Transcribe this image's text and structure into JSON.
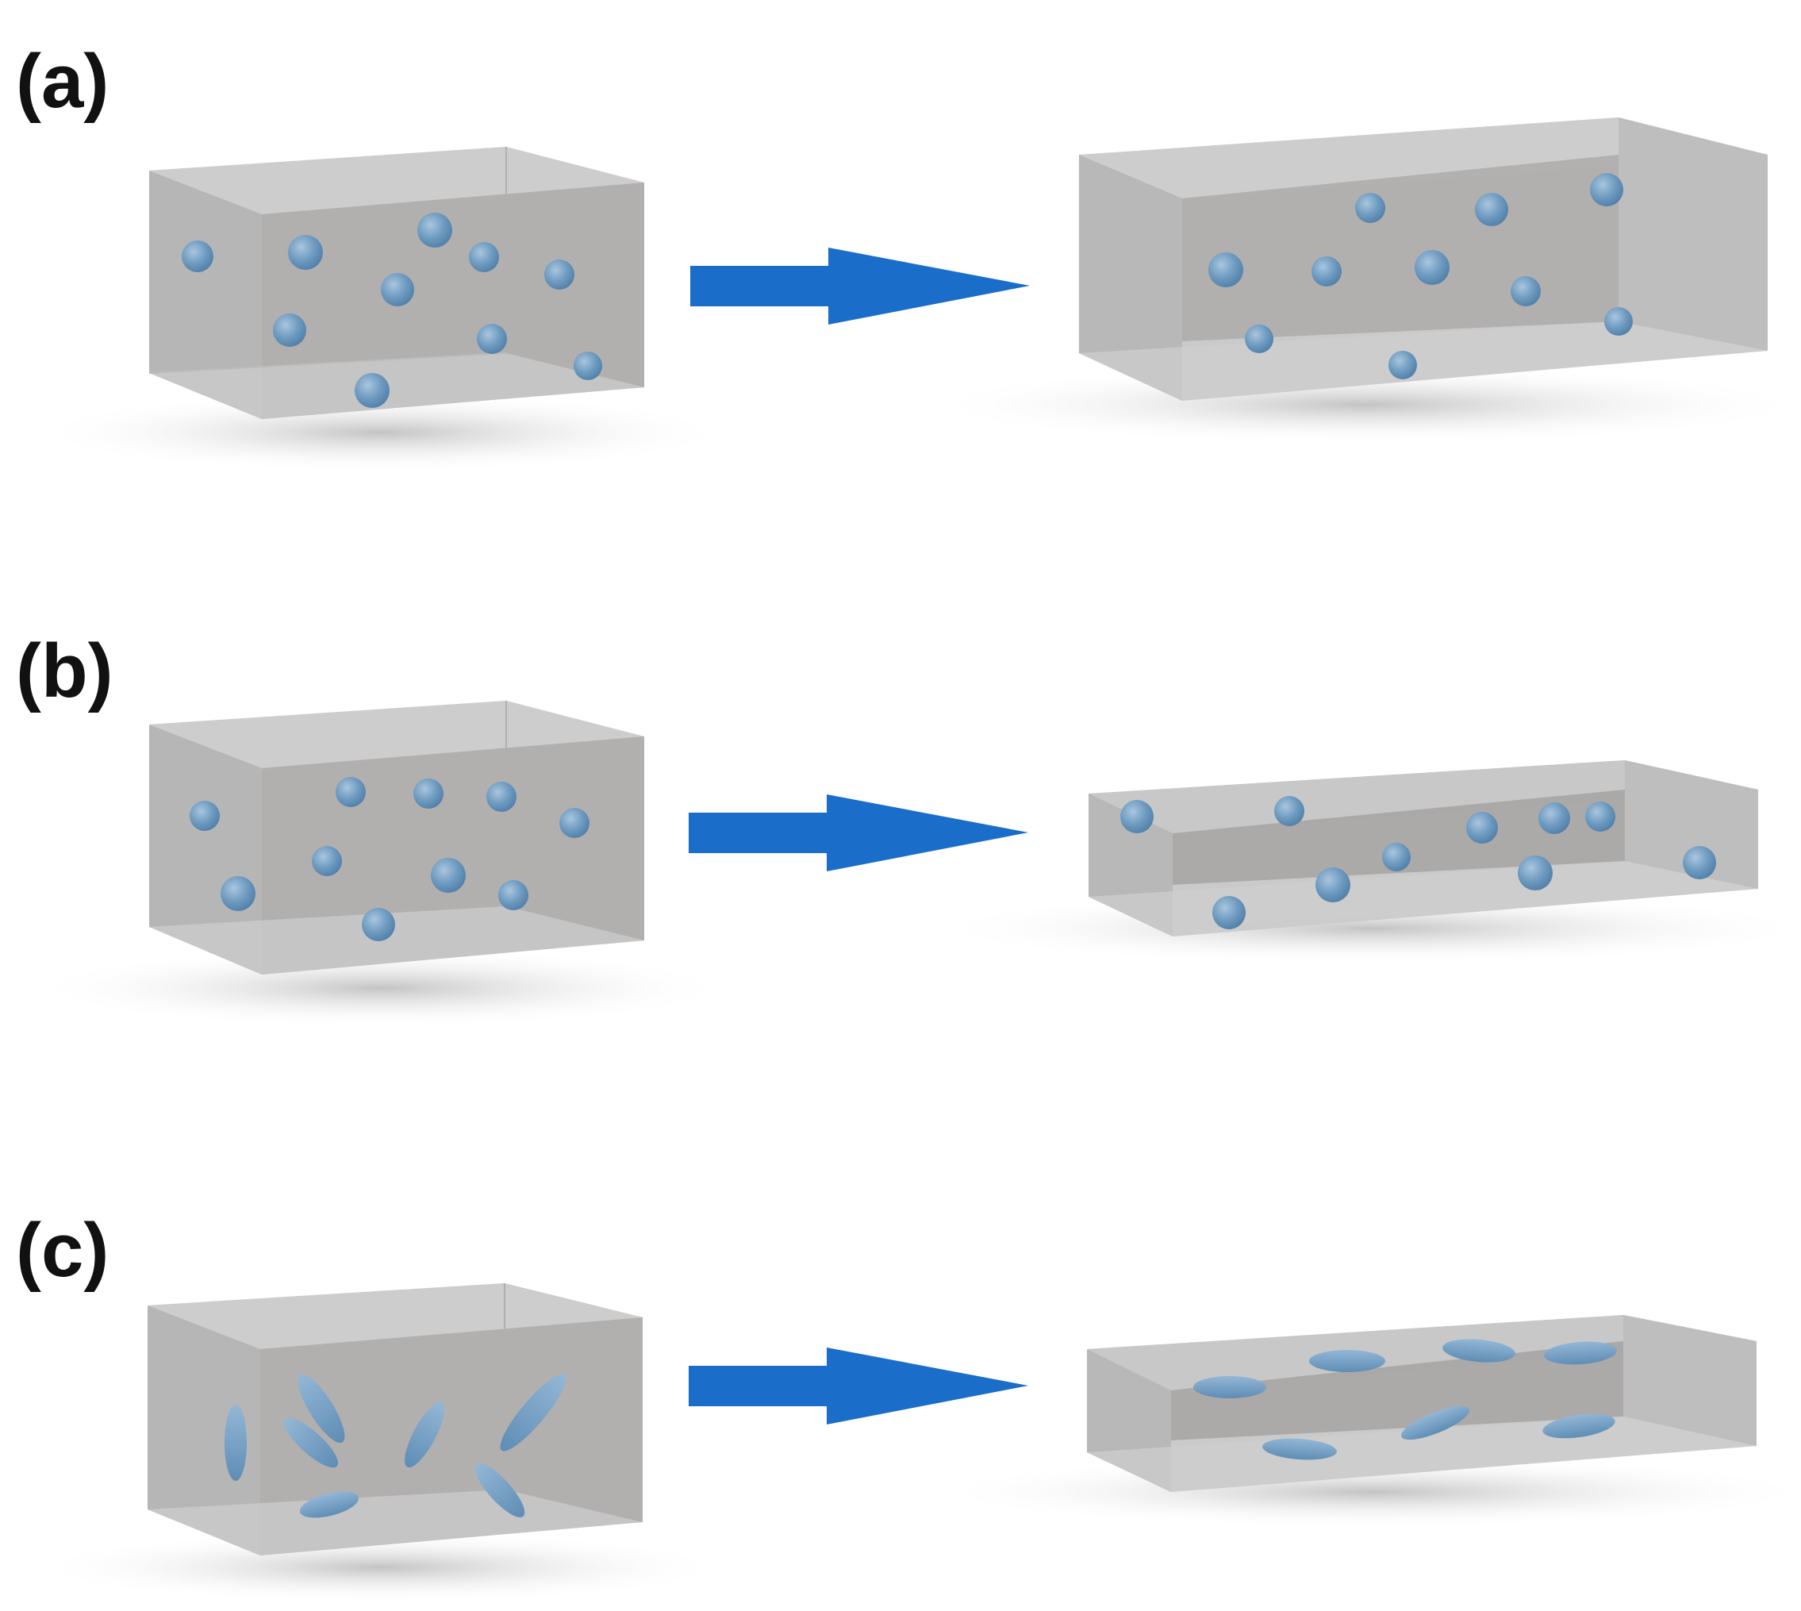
{
  "colors": {
    "box_face": "#b9b9b9",
    "box_face_front": "#aaa8a8",
    "box_edge": "#9c9c9c",
    "arrow": "#1a6dc8",
    "particle": "#6a96bb",
    "particle_highlight": "#9fc0dc",
    "shadow": "#c8c8c8"
  },
  "panels": [
    {
      "label": "(a)",
      "before": "box-with-spheres",
      "after": "elongated-box-with-spheres"
    },
    {
      "label": "(b)",
      "before": "box-with-spheres",
      "after": "flattened-box-with-spheres"
    },
    {
      "label": "(c)",
      "before": "box-with-randomly-oriented-rods",
      "after": "flattened-box-with-aligned-rods"
    }
  ]
}
